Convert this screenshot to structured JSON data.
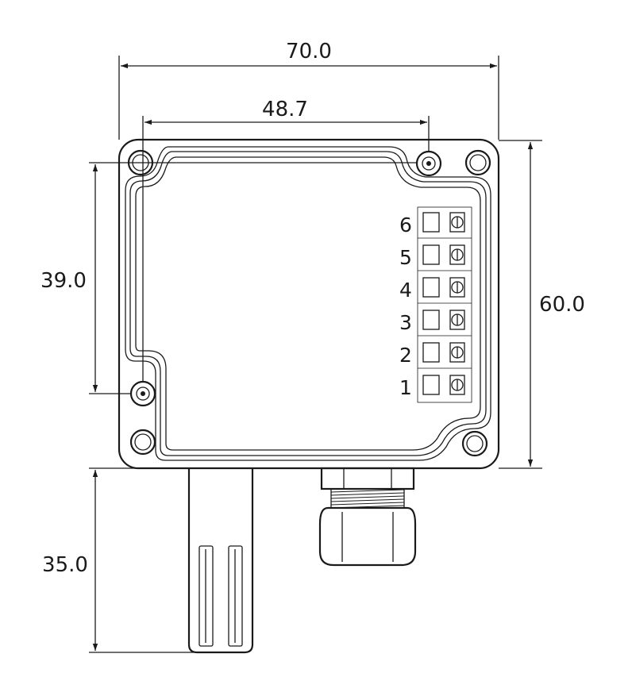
{
  "dimensions": {
    "overall_width": "70.0",
    "hole_spacing_width": "48.7",
    "hole_spacing_height": "39.0",
    "overall_height": "60.0",
    "probe_length": "35.0"
  },
  "terminals": [
    "6",
    "5",
    "4",
    "3",
    "2",
    "1"
  ]
}
